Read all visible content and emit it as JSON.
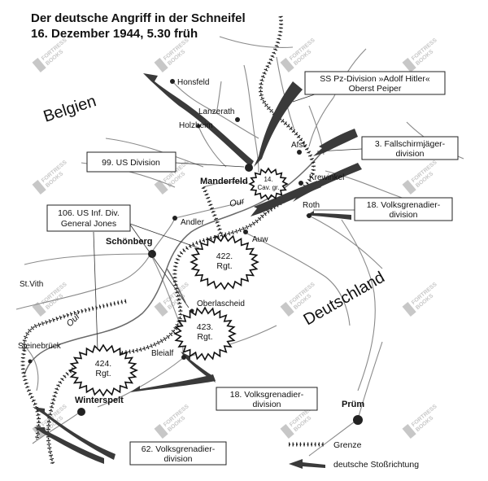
{
  "title": {
    "line1": "Der deutsche Angriff in der Schneifel",
    "line2": "16. Dezember 1944, 5.30 früh"
  },
  "countries": {
    "belgium": "Belgien",
    "germany": "Deutschland"
  },
  "rivers": {
    "our_north": "Our",
    "our_south": "Our"
  },
  "places": {
    "honsfeld": "Honsfeld",
    "lanzerath": "Lanzerath",
    "holzheim": "Holzheim",
    "afst": "Afst",
    "manderfeld": "Manderfeld",
    "krewinkel": "Krewinkel",
    "roth": "Roth",
    "andler": "Andler",
    "auw": "Auw",
    "schoenberg": "Schönberg",
    "stvith": "St.Vith",
    "oberlascheid": "Oberlascheid",
    "steinebrueck": "Steinebrück",
    "bleialf": "Bleialf",
    "winterspelt": "Winterspelt",
    "pruem": "Prüm"
  },
  "units": {
    "ss_pz": {
      "line1": "SS Pz-Division »Adolf Hitler«",
      "line2": "Oberst Peiper"
    },
    "fallschirm": {
      "line1": "3. Fallschirmjäger-",
      "line2": "division"
    },
    "us99": {
      "line1": "99. US Division"
    },
    "vg18_east": {
      "line1": "18. Volksgrenadier-",
      "line2": "division"
    },
    "us106": {
      "line1": "106. US Inf. Div.",
      "line2": "General Jones"
    },
    "vg18_south": {
      "line1": "18. Volksgrenadier-",
      "line2": "division"
    },
    "vg62": {
      "line1": "62. Volksgrenadier-",
      "line2": "division"
    }
  },
  "regiments": {
    "cav": {
      "line1": "14.",
      "line2": "Cav. gr."
    },
    "r422": {
      "line1": "422.",
      "line2": "Rgt."
    },
    "r423": {
      "line1": "423.",
      "line2": "Rgt."
    },
    "r424": {
      "line1": "424.",
      "line2": "Rgt."
    }
  },
  "legend": {
    "border_label": "Grenze",
    "attack_label": "deutsche Stoßrichtung"
  },
  "watermark": {
    "line1": "FORTRESS",
    "line2": "BOOKS"
  }
}
